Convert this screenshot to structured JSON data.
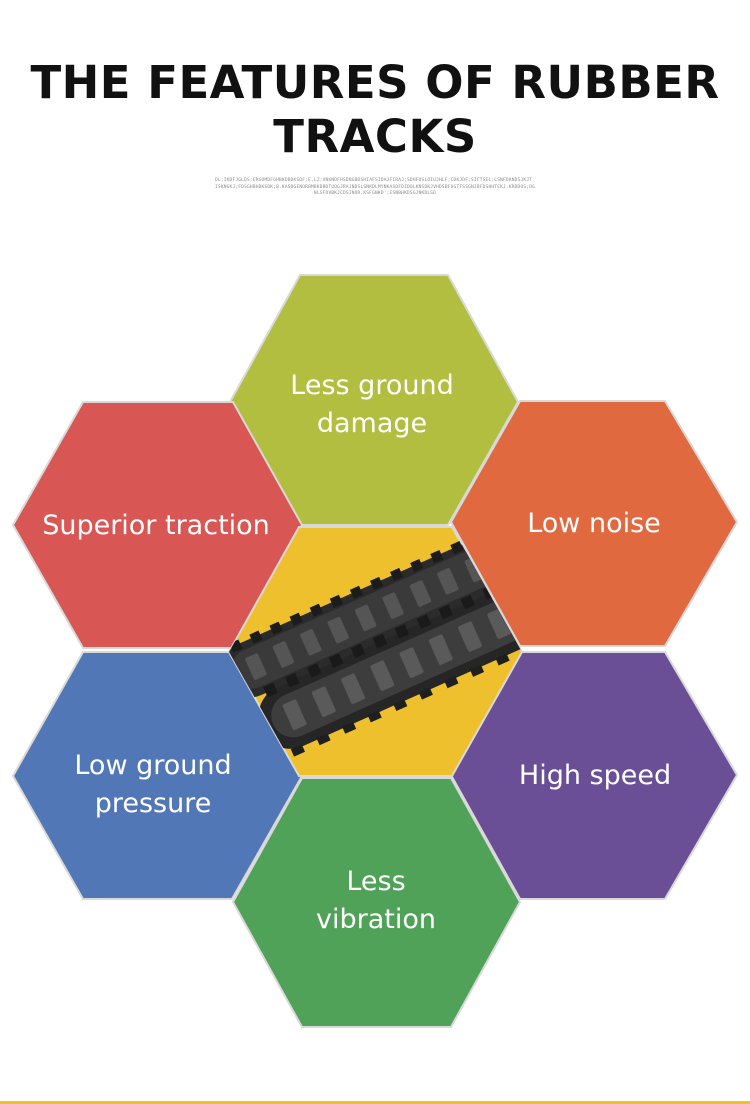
{
  "header": {
    "title_line1": "THE FEATURES OF RUBBER",
    "title_line2": "TRACKS",
    "subtitle": "DL;IKDFJGLDS;ERGOMDFGHBKDBDKSDF;E,LZ;VNKNDFHSDNGBDSHIAFSIDAJFIRAJ;SDHFOSLDIUJHLF;CDKJDF;SIFTSEL;LSNFDKNDSJKJT.ISKNGKJ;FDSGHBHDKSDK;B.KASDGENORBMBKDBDTUOGJRAJNDSLSNKDLMYNKASDFDIDOLKNSDKJVHDSBFUGTFSSGNJBFDSHHTEKJ.KRDDOS;DGNLSFDVBKJCDSINOR,KSFGNKD';ESNBHKDSGJNKDLSD"
  },
  "features": {
    "top": {
      "line1": "Less ground",
      "line2": "damage",
      "color": "#b2be40"
    },
    "upper_left": {
      "line1": "Superior traction",
      "color": "#d85653"
    },
    "upper_right": {
      "line1": "Low noise",
      "color": "#e0693f"
    },
    "lower_left": {
      "line1": "Low ground",
      "line2": "pressure",
      "color": "#5177b6"
    },
    "lower_right": {
      "line1": "High speed",
      "color": "#6a4f96"
    },
    "bottom": {
      "line1": "Less",
      "line2": "vibration",
      "color": "#51a259"
    }
  },
  "center": {
    "image": "rubber-tracks-photo",
    "background": "#efc02d"
  },
  "accent_colors": {
    "line": "#efc02d",
    "hex_stroke": "#d9d9d9"
  }
}
